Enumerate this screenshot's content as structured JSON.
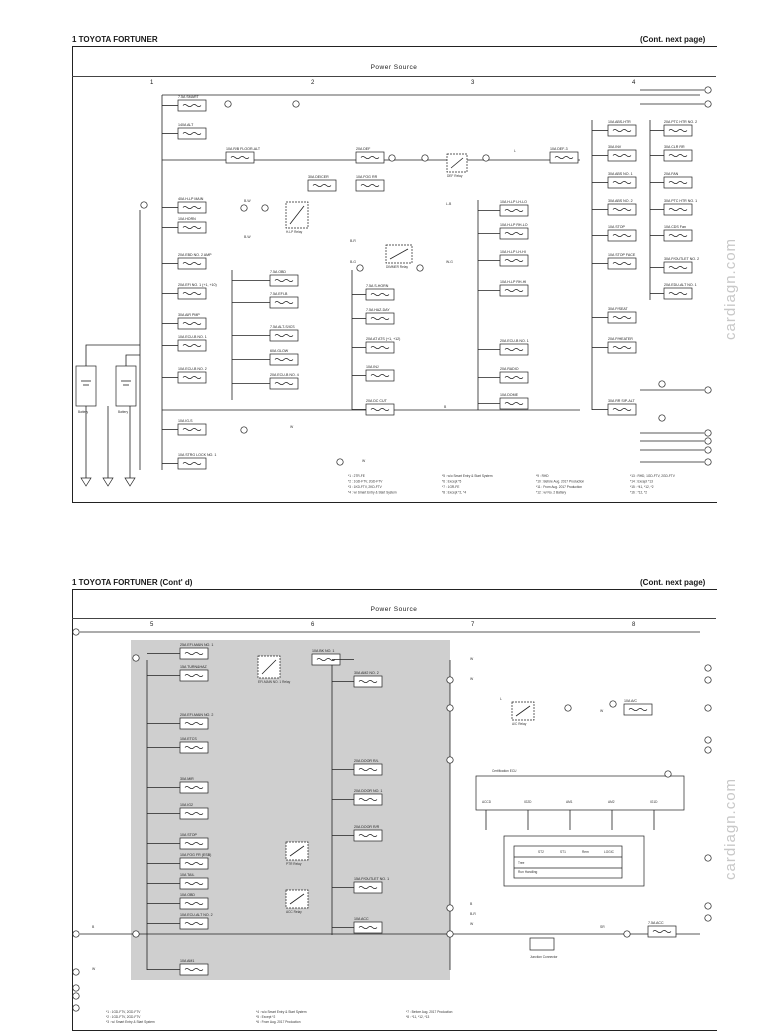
{
  "page1": {
    "title": "1  TOYOTA FORTUNER",
    "cont": "(Cont.  next page)",
    "section": "Power Source",
    "columns": [
      "1",
      "2",
      "3",
      "4"
    ],
    "fuses": [
      "7.5A SMART",
      "140A ALT",
      "10A R/B FLOOR-ALT",
      "20A DEF",
      "30A DEICER",
      "10A FOG RR",
      "10A DEF-3",
      "40A H-LP MAIN",
      "10A HORN",
      "20A EBD NO. 2 AMP",
      "20A EFI NO. 1 (+1, +10)",
      "30A AIR PMP",
      "10A ECU-B NO. 1",
      "10A ECU-B NO. 2",
      "7.5A OBD",
      "7.5A EFI-B",
      "7.5A ALT-S/ICS",
      "60A GLOW",
      "20A ECU-B NO. 4",
      "7.5A S-HORN",
      "7.5A HAZ-DAY",
      "20A AT ATS (+1, +12)",
      "20A EDU NO. 1",
      "10A INJ",
      "10A STR",
      "20A DC CUT",
      "10A H-LP LH-LO",
      "10A H-LP RH-LO",
      "10A H-LP LH-HI",
      "10A H-LP RH-HI",
      "20A ECU-B NO. 1",
      "20A RADIO",
      "10A DOME",
      "10A ABS-HTR",
      "30A INV",
      "30A ABS NO. 1",
      "30A ABS NO. 2",
      "10A STOP",
      "10A STOP FACE",
      "10A ST2 MAIN",
      "20A PTC HTR NO. 2",
      "30A CLR RR",
      "20A FAN",
      "30A PTC HTR NO. 1",
      "10A CDS Fan",
      "10A PTC HTR NO. 3",
      "30A P/OUTLET NO. 2",
      "20A EDU-ALT NO. 1",
      "30A P/SEAT",
      "20A P/HEATER",
      "30A RR SIP-ALT",
      "10A IG-S",
      "10A STRG LOCK NO. 1"
    ],
    "components": [
      "H-LP Relay",
      "DIMMER Relay",
      "DEF Relay",
      "Battery",
      "Battery"
    ],
    "wires": [
      "B-W",
      "B-W",
      "B-R",
      "B-G",
      "W-G",
      "W",
      "W",
      "L",
      "L-B",
      "B"
    ],
    "footnotes": [
      "*1 : 2TR-FE",
      "*2 : 1GD-FTV, 2GD-FTV",
      "*3 : 1KD-FTV, 2KD-FTV",
      "*4 : w/ Smart Entry & Start System",
      "*5 : w/o Smart Entry & Start System",
      "*6 : Except *5",
      "*7 : 1GR-FE",
      "*8 : Except *2, *4",
      "*9 : RHD",
      "*10 : Before Aug. 2017 Production",
      "*11 : From Aug. 2017 Production",
      "*12 : w/ No. 2 Battery",
      "*13 : RHD, 1GD-FTV, 2GD-FTV",
      "*14 : Except *13",
      "*15 : *41, *12, *2",
      "*16 : *12, *2"
    ]
  },
  "page2": {
    "title": "1  TOYOTA FORTUNER (Cont' d)",
    "cont": "(Cont.  next page)",
    "section": "Power Source",
    "columns": [
      "5",
      "6",
      "7",
      "8"
    ],
    "fuses": [
      "25A EFI-MAIN NO. 1",
      "15A TURN&HAZ",
      "20A EFI-MAIN NO. 2",
      "10A ETCS",
      "30A MIR",
      "10A IG2",
      "10A STOP",
      "30A DOOR NO. 2",
      "10A FOG FR (ESB)",
      "10A TAIL",
      "10A OBD",
      "10A ECU-ALT NO. 2",
      "10A AM1",
      "10A BK NO. 1",
      "30A AM2 NO. 2",
      "20A DOOR R/L",
      "20A DOOR NO. 1",
      "20A DOOR R/R",
      "15A P/OUTLET NO. 1",
      "10A ACC",
      "10A A/C",
      "7.5A ACC"
    ],
    "components": [
      "EFI-MAIN NO. 1 Relay",
      "A/C Relay",
      "PTR Relay",
      "ACC Relay",
      "Certification ECU",
      "Junction Connector"
    ],
    "ecu_terminals": [
      "ACCD",
      "IG2D",
      "AM1",
      "AM2",
      "IG1D"
    ],
    "table": {
      "headers": [
        "",
        "ST2",
        "ST1",
        "Rem",
        "LOGIC"
      ],
      "rows": [
        "Tree",
        "Run Handling"
      ]
    },
    "wires": [
      "B",
      "W",
      "L",
      "W",
      "B",
      "B-R",
      "W",
      "W",
      "SR",
      "W"
    ],
    "footnotes": [
      "*1 : 1GD-FTV, 2GD-FTV",
      "*2 : 1GD-FTV, 2GD-FTV",
      "*3 : w/ Smart Entry & Start System",
      "*4 : w/o Smart Entry & Start System",
      "*5 : Except *2",
      "*6 : From Aug. 2017 Production",
      "*7 : Before Aug. 2017 Production",
      "*8 : *11, *12, *13"
    ]
  },
  "watermark": "cardiagn.com",
  "colors": {
    "shade": "#cfcfcf",
    "line": "#222222",
    "watermark": "#c8c8c8"
  }
}
